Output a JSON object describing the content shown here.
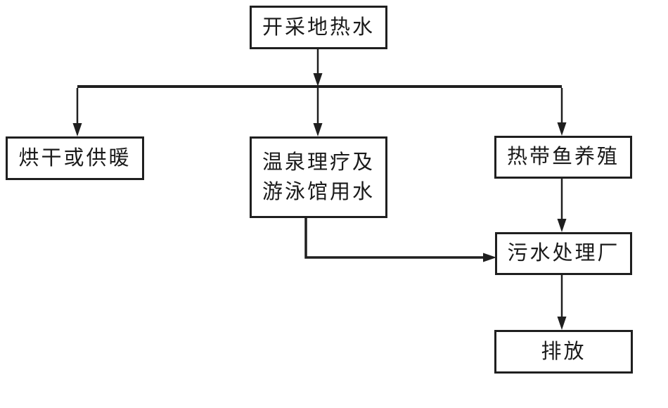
{
  "diagram": {
    "type": "flowchart",
    "background_color": "#ffffff",
    "line_color": "#1f1f1f",
    "text_color": "#1a1a1a",
    "nodes": {
      "source": {
        "label": "开采地热水"
      },
      "drying": {
        "label": "烘干或供暖"
      },
      "spa": {
        "line1": "温泉理疗及",
        "line2": "游泳馆用水"
      },
      "fish": {
        "label": "热带鱼养殖"
      },
      "sewage": {
        "label": "污水处理厂"
      },
      "discharge": {
        "label": "排放"
      }
    },
    "edges": [
      {
        "from": "source",
        "to": "drying"
      },
      {
        "from": "source",
        "to": "spa"
      },
      {
        "from": "source",
        "to": "fish"
      },
      {
        "from": "spa",
        "to": "sewage"
      },
      {
        "from": "fish",
        "to": "sewage"
      },
      {
        "from": "sewage",
        "to": "discharge"
      }
    ]
  }
}
